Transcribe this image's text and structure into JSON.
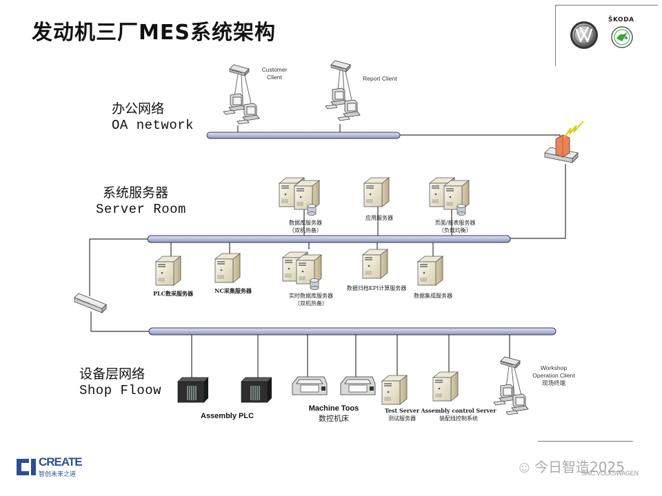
{
  "title": "发动机三厂MES系统架构",
  "logos": {
    "vw": "vw-logo",
    "skoda_text": "ŠKODA",
    "create_main": "CREATE",
    "create_sub": "智创未来之道",
    "saic_vw": "SAIC VOLKSWAGEN",
    "watermark": "今日智造2025"
  },
  "sections": {
    "oa": {
      "cn": "办公网络",
      "en": "OA network"
    },
    "server": {
      "cn": "系统服务器",
      "en": "Server Room"
    },
    "shop": {
      "cn": "设备层网络",
      "en": "Shop Floow"
    }
  },
  "oa_clients": [
    {
      "label_line1": "Customer",
      "label_line2": "Client"
    },
    {
      "label_line1": "Report Client",
      "label_line2": ""
    }
  ],
  "server_upper": [
    {
      "line1": "数据库服务器",
      "line2": "（双机热备）"
    },
    {
      "line1": "应用服务器",
      "line2": ""
    },
    {
      "line1": "页面/报表服务器",
      "line2": "（负载均衡）"
    }
  ],
  "server_lower": [
    {
      "line1": "PLC数采服务器",
      "line2": ""
    },
    {
      "line1": "NC采集服务器",
      "line2": ""
    },
    {
      "line1": "实时数据库服务器",
      "line2": "（双机热备）"
    },
    {
      "line1": "数据归档KPI计算服务器",
      "line2": ""
    },
    {
      "line1": "数据集成服务器",
      "line2": ""
    }
  ],
  "shop_devices": {
    "plc_label": "Assembly PLC",
    "machine_en": "Machine Toos",
    "machine_cn": "数控机床",
    "test_en": "Test Server",
    "test_cn": "测试服务器",
    "assembly_en": "Assembly control Server",
    "assembly_cn": "装配线控制系统",
    "workshop_line1": "Workshop",
    "workshop_line2": "Operation Client",
    "workshop_line3": "现场终端"
  }
}
